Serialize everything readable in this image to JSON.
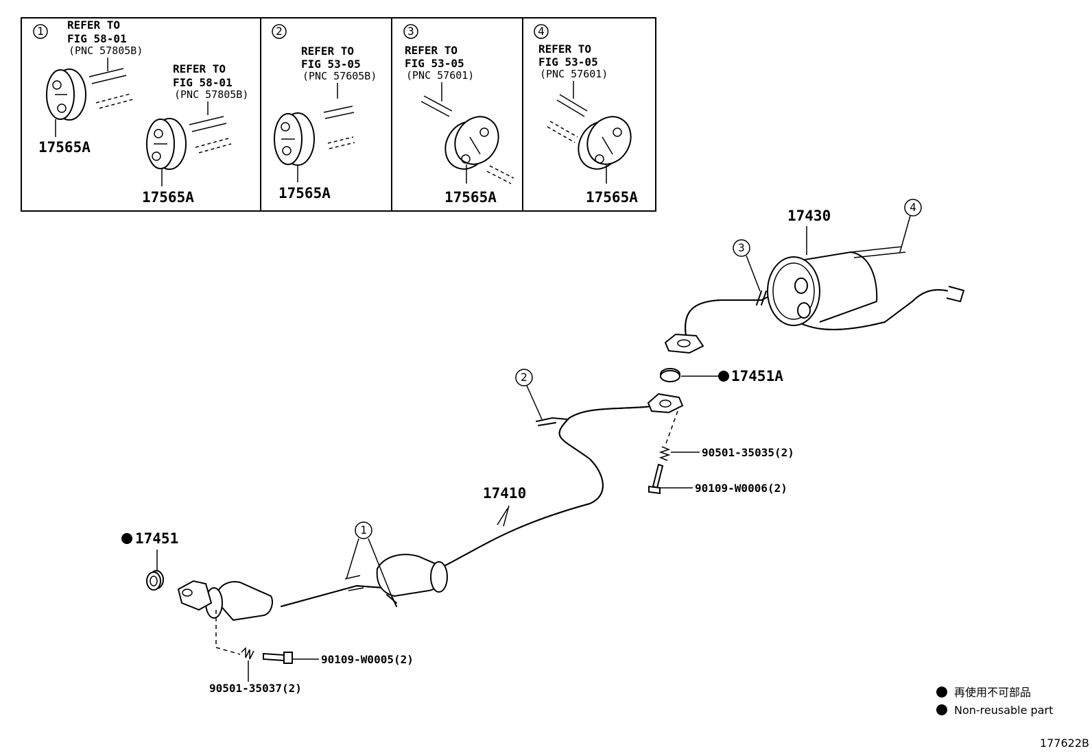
{
  "insets": [
    {
      "callout": "1",
      "refs": [
        {
          "line1": "REFER TO",
          "line2": "FIG 58-01",
          "pnc": "(PNC 57805B)"
        },
        {
          "line1": "REFER TO",
          "line2": "FIG 58-01",
          "pnc": "(PNC 57805B)"
        }
      ],
      "parts": [
        "17565A",
        "17565A"
      ]
    },
    {
      "callout": "2",
      "refs": [
        {
          "line1": "REFER TO",
          "line2": "FIG 53-05",
          "pnc": "(PNC 57605B)"
        }
      ],
      "parts": [
        "17565A"
      ]
    },
    {
      "callout": "3",
      "refs": [
        {
          "line1": "REFER TO",
          "line2": "FIG 53-05",
          "pnc": "(PNC 57601)"
        }
      ],
      "parts": [
        "17565A"
      ]
    },
    {
      "callout": "4",
      "refs": [
        {
          "line1": "REFER TO",
          "line2": "FIG 53-05",
          "pnc": "(PNC 57601)"
        }
      ],
      "parts": [
        "17565A"
      ]
    }
  ],
  "main": {
    "muffler_part": "17430",
    "pipe_part": "17410",
    "gasket_rear": "17451A",
    "gasket_front": "17451",
    "spring_rear": "90501-35035(2)",
    "bolt_rear": "90109-W0006(2)",
    "bolt_front": "90109-W0005(2)",
    "spring_front": "90501-35037(2)",
    "callouts": [
      "1",
      "2",
      "3",
      "4"
    ]
  },
  "legend": {
    "jp": "再使用不可部品",
    "en": "Non-reusable part"
  },
  "figure_id": "177622B"
}
